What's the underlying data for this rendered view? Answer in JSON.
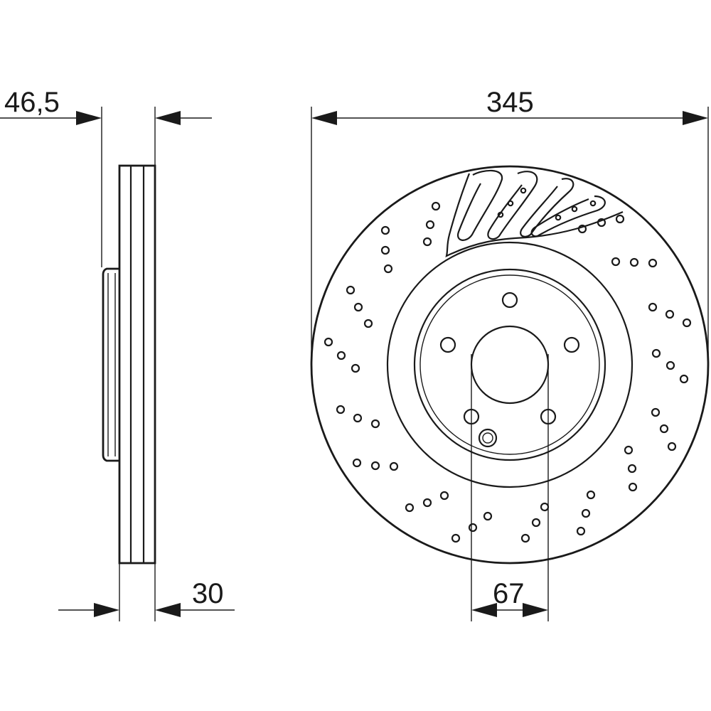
{
  "dimensions": {
    "offset": "46,5",
    "diameter": "345",
    "thickness": "30",
    "center_bore": "67"
  },
  "drawing": {
    "stroke_color": "#1a1a1a",
    "background": "#ffffff",
    "views": [
      "side-view",
      "front-view"
    ],
    "hub_bolt_holes": 5
  }
}
